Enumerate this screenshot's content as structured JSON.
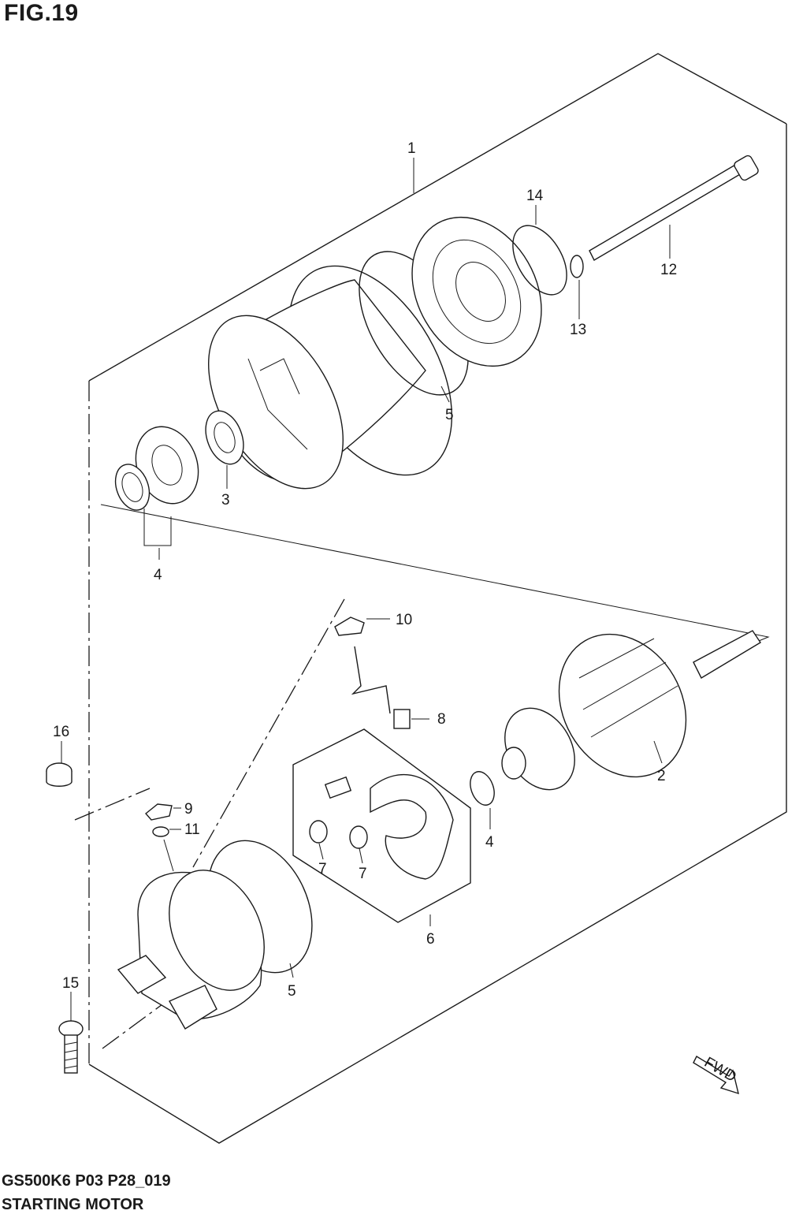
{
  "figure": {
    "title": "FIG.19",
    "model_code": "GS500K6 P03 P28_019",
    "assembly_name": "STARTING MOTOR",
    "fwd_label": "FWD"
  },
  "callouts": [
    {
      "id": "c1",
      "number": "1"
    },
    {
      "id": "c2",
      "number": "2"
    },
    {
      "id": "c3",
      "number": "3"
    },
    {
      "id": "c4a",
      "number": "4"
    },
    {
      "id": "c4b",
      "number": "4"
    },
    {
      "id": "c5a",
      "number": "5"
    },
    {
      "id": "c5b",
      "number": "5"
    },
    {
      "id": "c6",
      "number": "6"
    },
    {
      "id": "c7a",
      "number": "7"
    },
    {
      "id": "c7b",
      "number": "7"
    },
    {
      "id": "c8",
      "number": "8"
    },
    {
      "id": "c9",
      "number": "9"
    },
    {
      "id": "c10",
      "number": "10"
    },
    {
      "id": "c11",
      "number": "11"
    },
    {
      "id": "c12",
      "number": "12"
    },
    {
      "id": "c13",
      "number": "13"
    },
    {
      "id": "c14",
      "number": "14"
    },
    {
      "id": "c15",
      "number": "15"
    },
    {
      "id": "c16",
      "number": "16"
    }
  ]
}
